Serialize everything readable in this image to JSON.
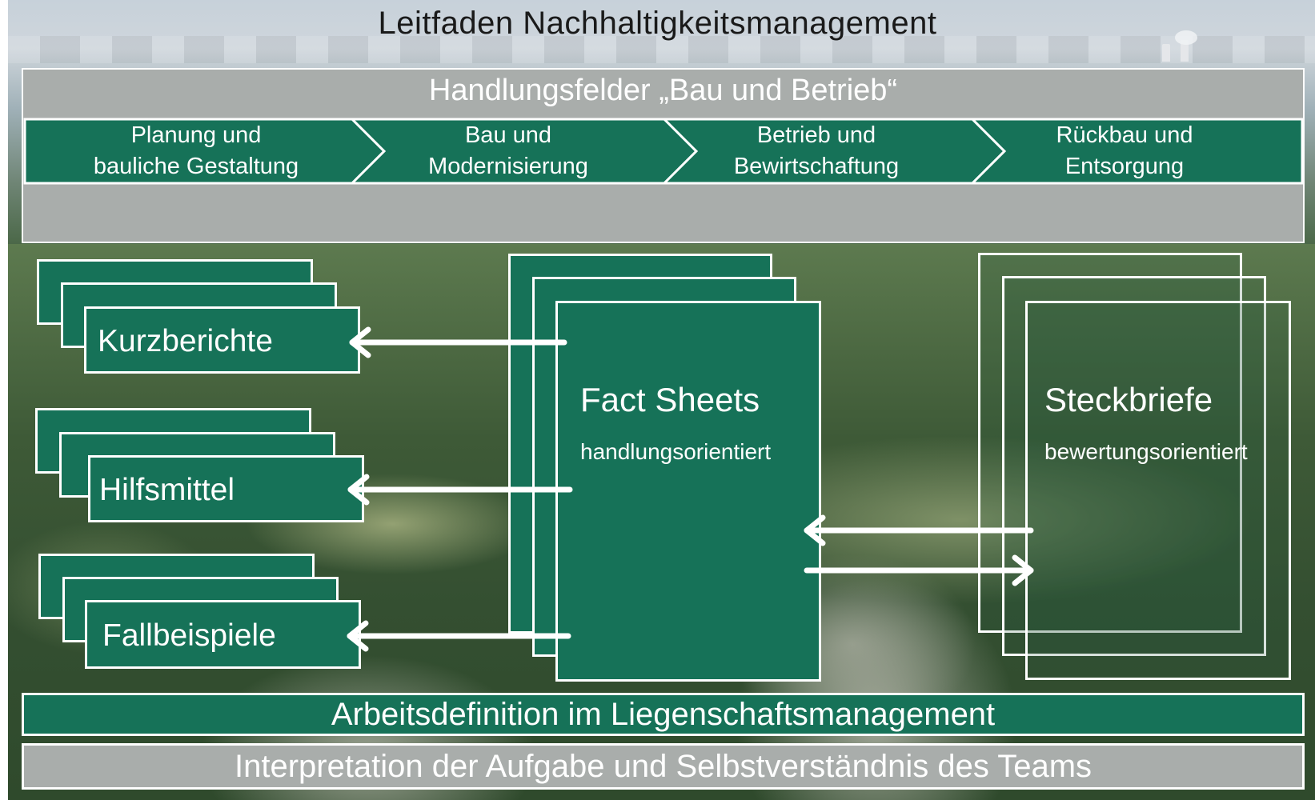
{
  "title": "Leitfaden Nachhaltigkeitsmanagement",
  "header": {
    "title": "Handlungsfelder „Bau und Betrieb“",
    "phases": [
      {
        "line1": "Planung und",
        "line2": "bauliche Gestaltung"
      },
      {
        "line1": "Bau und",
        "line2": "Modernisierung"
      },
      {
        "line1": "Betrieb und",
        "line2": "Bewirtschaftung"
      },
      {
        "line1": "Rückbau und",
        "line2": "Entsorgung"
      }
    ]
  },
  "outputs": [
    {
      "label": "Kurzberichte"
    },
    {
      "label": "Hilfsmittel"
    },
    {
      "label": "Fallbeispiele"
    }
  ],
  "fact_sheets": {
    "title": "Fact Sheets",
    "subtitle": "handlungsorientiert"
  },
  "steckbriefe": {
    "title": "Steckbriefe",
    "subtitle": "bewertungsorientiert"
  },
  "bars": {
    "arbeitsdefinition": "Arbeitsdefinition im Liegenschaftsmanagement",
    "interpretation": "Interpretation der Aufgabe und Selbstverständnis des Teams"
  },
  "colors": {
    "green": "#167258",
    "grey": "#a9adab",
    "white": "#ffffff",
    "title_text": "#1a1a1a"
  }
}
